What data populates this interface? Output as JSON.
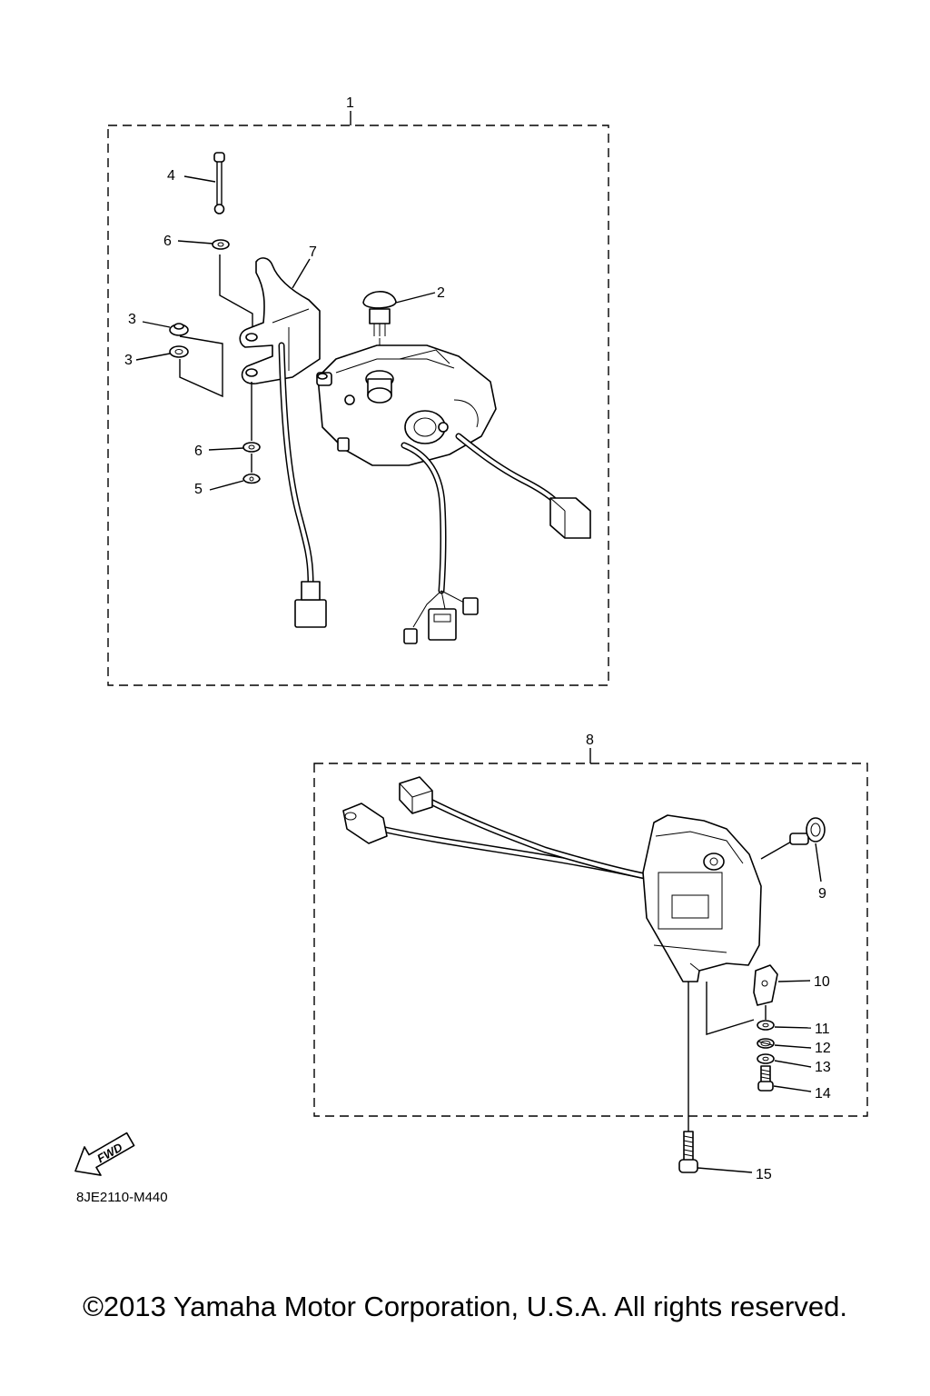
{
  "callouts": {
    "c1": "1",
    "c2": "2",
    "c3a": "3",
    "c3b": "3",
    "c4": "4",
    "c5": "5",
    "c6a": "6",
    "c6b": "6",
    "c7": "7",
    "c8": "8",
    "c9": "9",
    "c10": "10",
    "c11": "11",
    "c12": "12",
    "c13": "13",
    "c14": "14",
    "c15": "15"
  },
  "fwd_label": "FWD",
  "diagram_code": "8JE2110-M440",
  "copyright": "©2013 Yamaha Motor Corporation, U.S.A. All rights reserved."
}
